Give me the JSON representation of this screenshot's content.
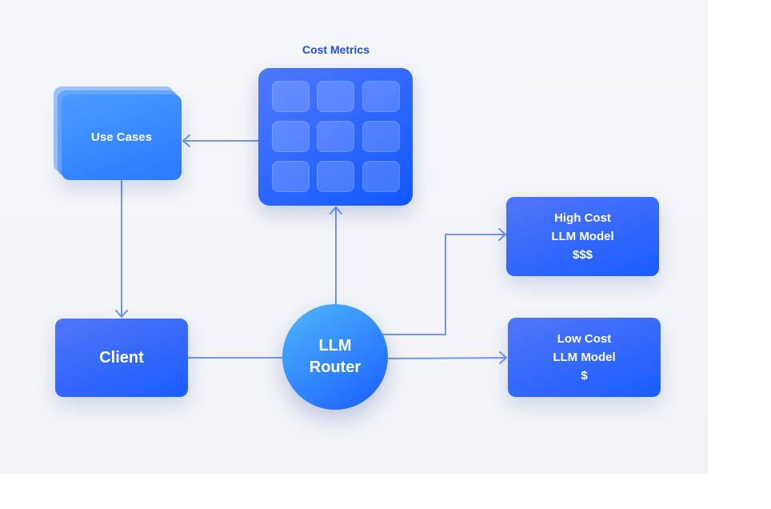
{
  "cost_metrics": {
    "label": "Cost Metrics",
    "tiles": 9
  },
  "use_cases": {
    "label": "Use Cases"
  },
  "client": {
    "label": "Client"
  },
  "router": {
    "line1": "LLM",
    "line2": "Router"
  },
  "high_cost": {
    "line1": "High Cost",
    "line2": "LLM Model",
    "line3": "$$$"
  },
  "low_cost": {
    "line1": "Low Cost",
    "line2": "LLM Model",
    "line3": "$"
  },
  "colors": {
    "connector": "#6f93f6",
    "accent": "#1a5cff"
  }
}
